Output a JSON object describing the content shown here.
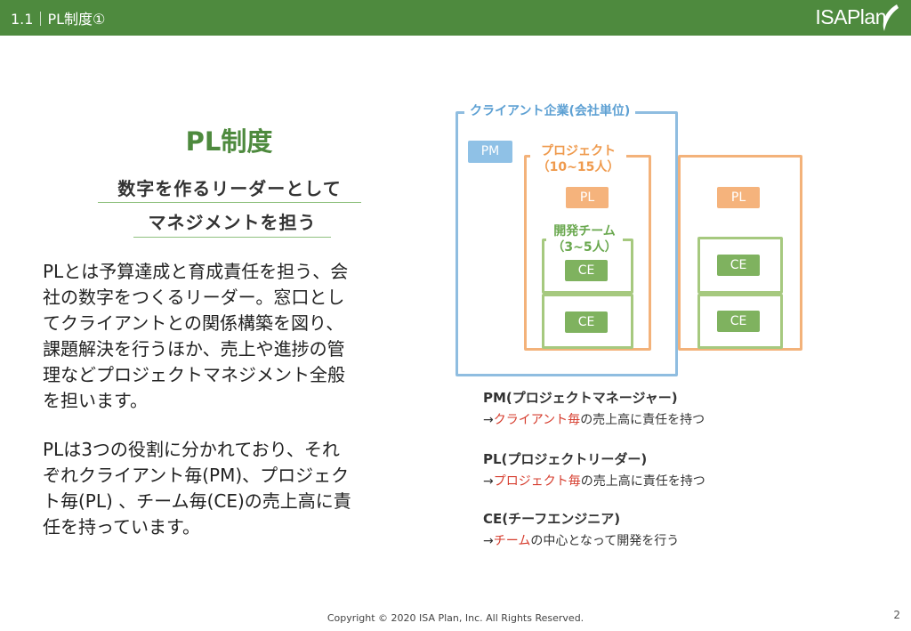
{
  "header": {
    "section": "1.1｜PL制度①",
    "logo": "ISAPlan"
  },
  "left": {
    "title": "PL制度",
    "subtitle_line1": "数字を作るリーダーとして",
    "subtitle_line2": "マネジメントを担う",
    "paragraph1_lines": [
      "PLとは予算達成と育成責任を担う、会",
      "社の数字をつくるリーダー。窓口とし",
      "てクライアントとの関係構築を図り、",
      "課題解決を行うほか、売上や進捗の管",
      "理などプロジェクトマネジメント全般",
      "を担います。"
    ],
    "paragraph2_lines": [
      "PLは3つの役割に分かれており、それ",
      "ぞれクライアント毎(PM)、プロジェク",
      "ト毎(PL) 、チーム毎(CE)の売上高に責",
      "任を持っています。"
    ]
  },
  "diagram": {
    "client_label": "クライアント企業(会社単位)",
    "pm": "PM",
    "project_label_line1": "プロジェクト",
    "project_label_line2": "（10~15人）",
    "pl_a": "PL",
    "pl_b": "PL",
    "team_label_line1": "開発チーム",
    "team_label_line2": "（3~5人）",
    "ce_a1": "CE",
    "ce_a2": "CE",
    "ce_b1": "CE",
    "ce_b2": "CE"
  },
  "roles": [
    {
      "title": "PM(プロジェクトマネージャー)",
      "arrow": "→",
      "highlight": "クライアント毎",
      "rest": "の売上高に責任を持つ"
    },
    {
      "title": "PL(プロジェクトリーダー)",
      "arrow": "→",
      "highlight": "プロジェクト毎",
      "rest": "の売上高に責任を持つ"
    },
    {
      "title": "CE(チーフエンジニア)",
      "arrow": "→",
      "highlight": "チーム",
      "rest": "の中心となって開発を行う"
    }
  ],
  "footer": {
    "copyright": "Copyright © 2020 ISA Plan, Inc. All Rights Reserved.",
    "page": "2"
  },
  "colors": {
    "header_green": "#4e8a3e",
    "client_blue": "#8fbde0",
    "project_orange": "#f3b27a",
    "team_green": "#a6c97f",
    "highlight_red": "#d63d2e"
  }
}
